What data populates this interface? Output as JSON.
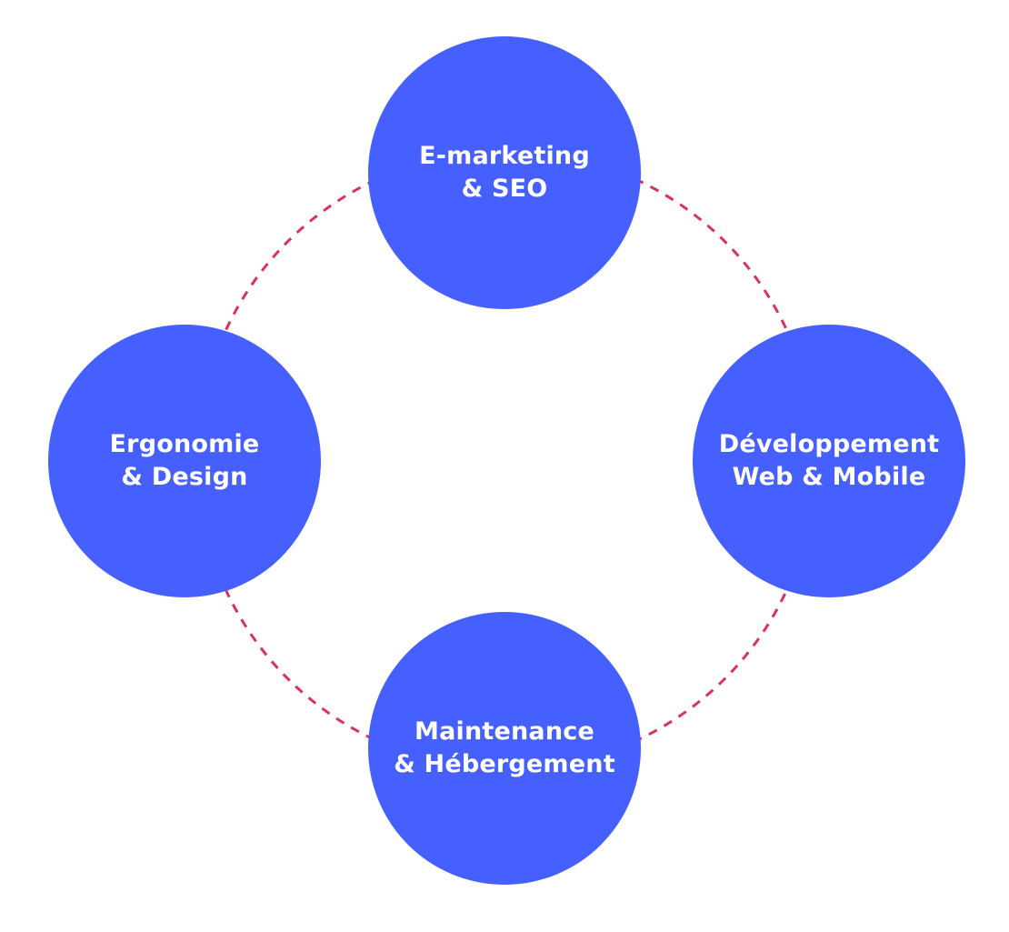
{
  "colors": {
    "node_fill": "#4560FF",
    "ring_stroke": "#D9325E",
    "text": "#FFFFFF",
    "background": "#FFFFFF"
  },
  "nodes": {
    "top": {
      "line1": "E-marketing",
      "line2": "& SEO"
    },
    "left": {
      "line1": "Ergonomie",
      "line2": "& Design"
    },
    "right": {
      "line1": "Développement",
      "line2": "Web & Mobile"
    },
    "bottom": {
      "line1": "Maintenance",
      "line2": "& Hébergement"
    }
  }
}
